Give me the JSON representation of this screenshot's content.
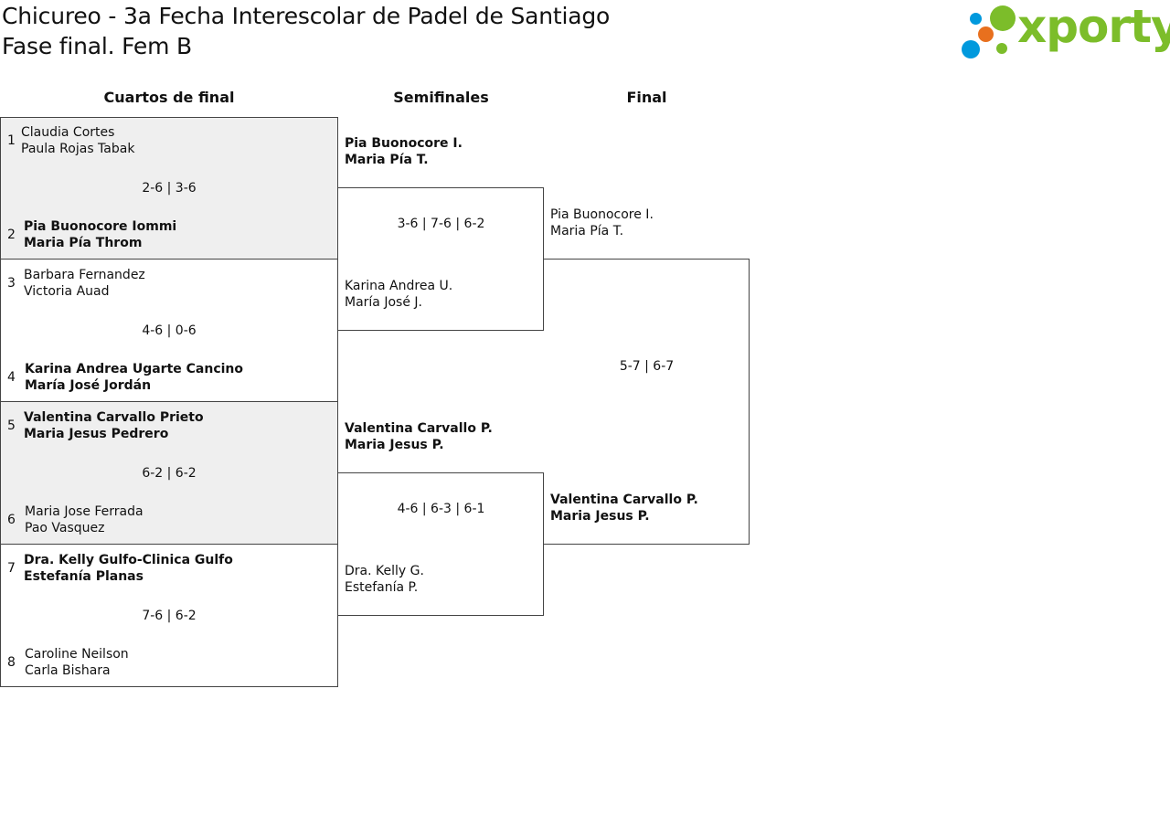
{
  "header": {
    "title_line1": "Chicureo - 3a Fecha Interescolar de Padel de Santiago",
    "title_line2": "Fase final. Fem B"
  },
  "logo": {
    "text": "xporty",
    "colors": {
      "green": "#7cbd2a",
      "blue": "#0099dd",
      "orange": "#e8701e"
    }
  },
  "rounds": {
    "quarterfinals": "Cuartos de final",
    "semifinals": "Semifinales",
    "final": "Final"
  },
  "quarterfinals": [
    {
      "score": "2-6 | 3-6",
      "top": {
        "seed": "1",
        "player1": "Claudia Cortes",
        "player2": "Paula Rojas Tabak"
      },
      "bottom": {
        "seed": "2",
        "player1": "Pia Buonocore Iommi",
        "player2": "Maria Pía Throm"
      }
    },
    {
      "score": "4-6 | 0-6",
      "top": {
        "seed": "3",
        "player1": "Barbara Fernandez",
        "player2": "Victoria Auad"
      },
      "bottom": {
        "seed": "4",
        "player1": "Karina Andrea Ugarte Cancino",
        "player2": "María José Jordán"
      }
    },
    {
      "score": "6-2 | 6-2",
      "top": {
        "seed": "5",
        "player1": "Valentina Carvallo Prieto",
        "player2": "Maria Jesus Pedrero"
      },
      "bottom": {
        "seed": "6",
        "player1": "Maria Jose Ferrada",
        "player2": "Pao Vasquez"
      }
    },
    {
      "score": "7-6 | 6-2",
      "top": {
        "seed": "7",
        "player1": "Dra. Kelly Gulfo-Clinica Gulfo",
        "player2": "Estefanía Planas"
      },
      "bottom": {
        "seed": "8",
        "player1": "Caroline Neilson",
        "player2": "Carla Bishara"
      }
    }
  ],
  "semifinals": [
    {
      "score": "3-6 | 7-6 | 6-2",
      "top": {
        "player1": "Pia Buonocore I.",
        "player2": "Maria Pía T."
      },
      "bottom": {
        "player1": "Karina Andrea U.",
        "player2": "María José J."
      }
    },
    {
      "score": "4-6 | 6-3 | 6-1",
      "top": {
        "player1": "Valentina Carvallo P.",
        "player2": "Maria Jesus P."
      },
      "bottom": {
        "player1": "Dra. Kelly G.",
        "player2": "Estefanía P."
      }
    }
  ],
  "final": {
    "score": "5-7 | 6-7",
    "top": {
      "player1": "Pia Buonocore I.",
      "player2": "Maria Pía T."
    },
    "bottom": {
      "player1": "Valentina Carvallo P.",
      "player2": "Maria Jesus P."
    }
  }
}
